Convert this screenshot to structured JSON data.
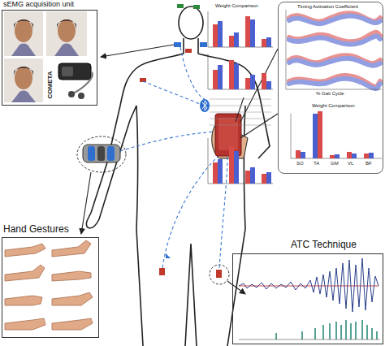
{
  "diagram": {
    "nodes": [
      {
        "text": [
          "sEMG acquisition unit"
        ]
      },
      {
        "text": [
          "Weight Comparison"
        ]
      },
      {
        "text": [
          "Timing Activation Coefficient",
          "Weight Comparison"
        ]
      },
      {
        "text": [
          "Hand Gestures"
        ]
      },
      {
        "text": [
          "ATC Technique"
        ]
      }
    ],
    "labels": [
      "COMETA",
      "% Gait Cycle",
      "SO",
      "TA",
      "GM",
      "VL",
      "BF"
    ]
  }
}
